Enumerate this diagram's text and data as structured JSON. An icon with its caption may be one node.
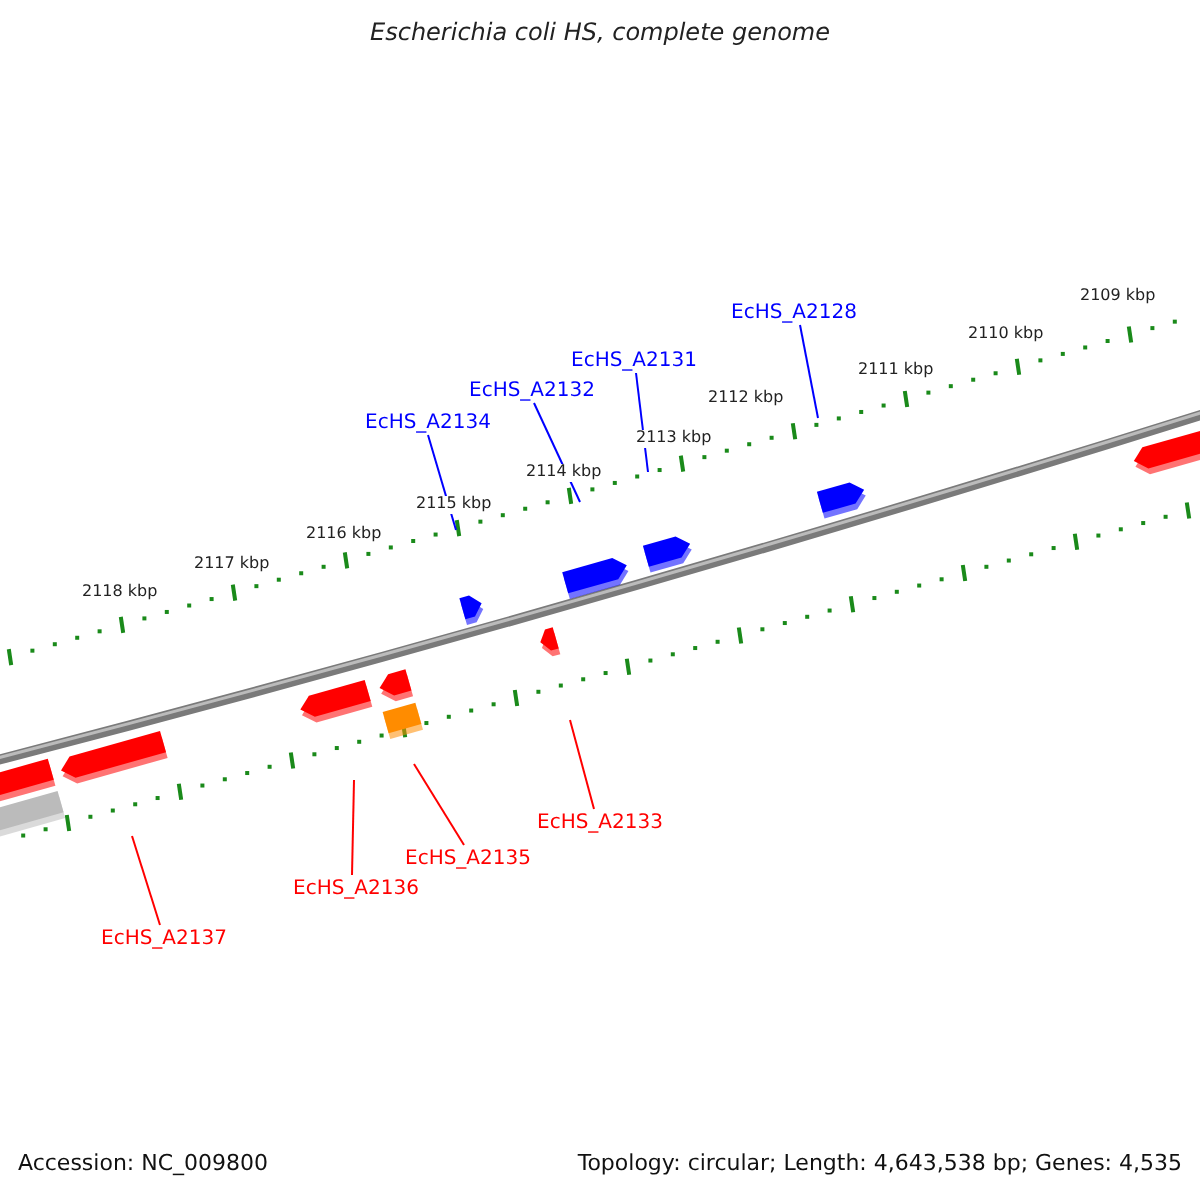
{
  "diagram": {
    "title": "Escherichia coli HS, complete genome",
    "nodes": [
      {
        "text": [
          "EcHS_A2128"
        ]
      },
      {
        "text": [
          "EcHS_A2131"
        ]
      },
      {
        "text": [
          "EcHS_A2132"
        ]
      },
      {
        "text": [
          "EcHS_A2134"
        ]
      },
      {
        "text": [
          "EcHS_A2133"
        ]
      },
      {
        "text": [
          "EcHS_A2135"
        ]
      },
      {
        "text": [
          "EcHS_A2136"
        ]
      },
      {
        "text": [
          "EcHS_A2137"
        ]
      }
    ],
    "edges": [
      {
        "from": 0,
        "to": null,
        "arrow": "none",
        "color": "#0000ff"
      },
      {
        "from": 1,
        "to": null,
        "arrow": "none",
        "color": "#0000ff"
      },
      {
        "from": 2,
        "to": null,
        "arrow": "none",
        "color": "#0000ff"
      },
      {
        "from": 3,
        "to": null,
        "arrow": "none",
        "color": "#0000ff"
      },
      {
        "from": 4,
        "to": null,
        "arrow": "none",
        "color": "#ff0000"
      },
      {
        "from": 5,
        "to": null,
        "arrow": "none",
        "color": "#ff0000"
      },
      {
        "from": 6,
        "to": null,
        "arrow": "none",
        "color": "#ff0000"
      },
      {
        "from": 7,
        "to": null,
        "arrow": "none",
        "color": "#ff0000"
      }
    ],
    "labels": [
      "2109 kbp",
      "2110 kbp",
      "2111 kbp",
      "2112 kbp",
      "2113 kbp",
      "2114 kbp",
      "2115 kbp",
      "2116 kbp",
      "2117 kbp",
      "2118 kbp",
      "Accession: NC_009800",
      "Topology: circular; Length: 4,643,538 bp; Genes: 4,535"
    ]
  }
}
